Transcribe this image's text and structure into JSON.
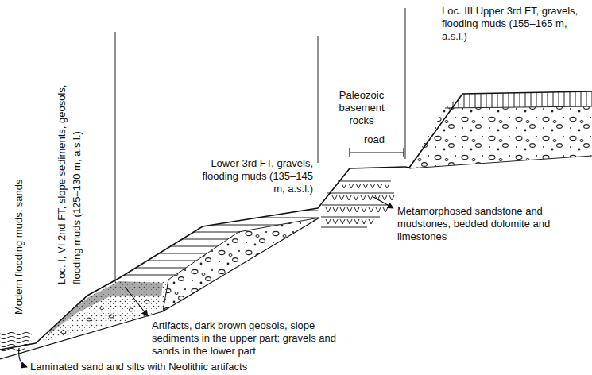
{
  "diagram": {
    "labels": [
      "Modern flooding muds, sands",
      "Loc. I, VI 2nd FT, slope sediments, geosols, flooding muds (125–130 m, a.s.l.)",
      "Lower 3rd FT, gravels, flooding muds (135–145 m, a.s.l.)",
      "Paleozoic basement rocks",
      "road",
      "Loc. III Upper 3rd FT, gravels, flooding muds (155–165 m, a.s.l.)",
      "Metamorphosed sandstone and mudstones, bedded dolomite and limestones",
      "Artifacts, dark brown geosols, slope sediments in the upper part; gravels and sands in the lower part",
      "Laminated sand and silts with Neolithic artifacts"
    ]
  }
}
